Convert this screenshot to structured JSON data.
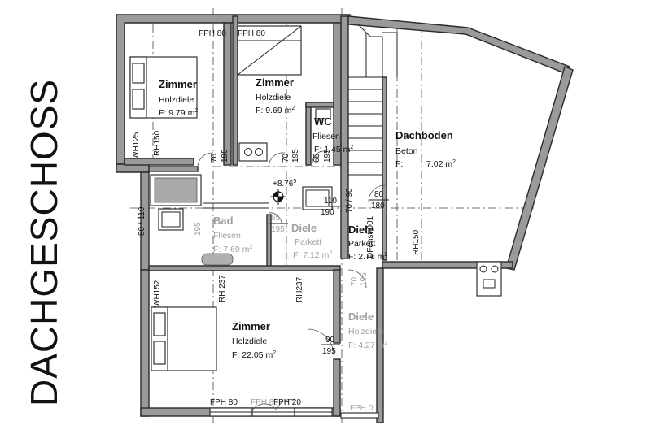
{
  "title": "DACHGESCHOSS",
  "colors": {
    "wall": "#9a9a9a",
    "line": "#222222",
    "grey_text": "#a0a0a0"
  },
  "rooms": [
    {
      "name": "Zimmer",
      "floor": "Holzdiele",
      "area": "F: 9.79 m",
      "sup": "2"
    },
    {
      "name": "Zimmer",
      "floor": "Holzdiele",
      "area": "F: 9.69 m",
      "sup": "2"
    },
    {
      "name": "WC",
      "floor": "Fliesen",
      "area": "F: 1.45 m",
      "sup": "2"
    },
    {
      "name": "Dachboden",
      "floor": "Beton",
      "area_label": "F:",
      "area": "7.02 m",
      "sup": "2"
    },
    {
      "name": "Bad",
      "floor": "Fliesen",
      "area": "F: 7.69 m",
      "sup": "2"
    },
    {
      "name": "Diele",
      "floor": "Parkett",
      "area": "F: 7.12 m",
      "sup": "2"
    },
    {
      "name": "Diele",
      "floor": "Parkett",
      "area": "F: 2.76 m",
      "sup": "2"
    },
    {
      "name": "Zimmer",
      "floor": "Holzdiele",
      "area": "F: 22.05 m",
      "sup": "2"
    },
    {
      "name": "Diele",
      "floor": "Holzdiele",
      "area": "F: 4.27 m",
      "sup": "2"
    }
  ],
  "labels": {
    "fph_80_a": "FPH 80",
    "fph_80_b": "FPH 80",
    "fph_80_c": "FPH 80",
    "fph_80_d": "FPH 80",
    "fph_20": "FPH 20",
    "fph_0": "FPH 0",
    "level": "+8.76",
    "level_sup": "5",
    "wh125": "WH125",
    "rh150_a": "RH150",
    "rh150_b": "RH150",
    "rh237_a": "RH 237",
    "rh237_b": "RH237",
    "wh152": "WH152",
    "d70_a": "70",
    "d195_a": "195",
    "d70_b": "70",
    "d195_b": "195",
    "d65_a": "65",
    "d195_c": "195",
    "d110": "110",
    "d190": "190",
    "d70_90": "70 / 90",
    "d80": "80",
    "d180": "180",
    "d65_b": "65",
    "d195_d": "195",
    "d80_110": "80 / 110",
    "d90": "90",
    "d195_e": "195",
    "d195_f": "195",
    "d195_g": "195",
    "dfenst": "DFenst-001",
    "d70_c": "70"
  }
}
